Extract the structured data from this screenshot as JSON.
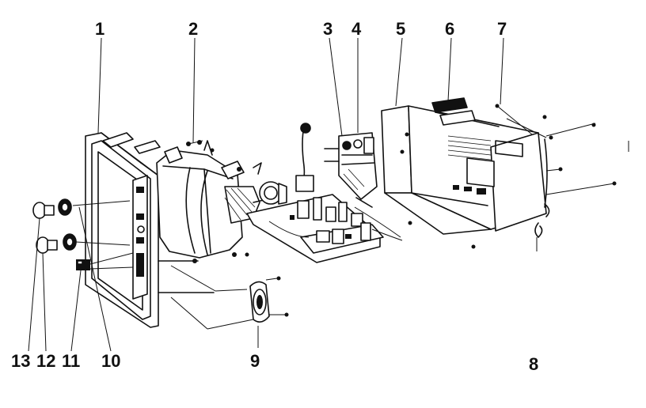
{
  "callouts": [
    {
      "key": "c1",
      "text": "1"
    },
    {
      "key": "c2",
      "text": "2"
    },
    {
      "key": "c3",
      "text": "3"
    },
    {
      "key": "c4",
      "text": "4"
    },
    {
      "key": "c5",
      "text": "5"
    },
    {
      "key": "c6",
      "text": "6"
    },
    {
      "key": "c7",
      "text": "7"
    },
    {
      "key": "c8",
      "text": "8"
    },
    {
      "key": "c9",
      "text": "9"
    },
    {
      "key": "c10",
      "text": "10"
    },
    {
      "key": "c11",
      "text": "11"
    },
    {
      "key": "c12",
      "text": "12"
    },
    {
      "key": "c13",
      "text": "13"
    }
  ]
}
